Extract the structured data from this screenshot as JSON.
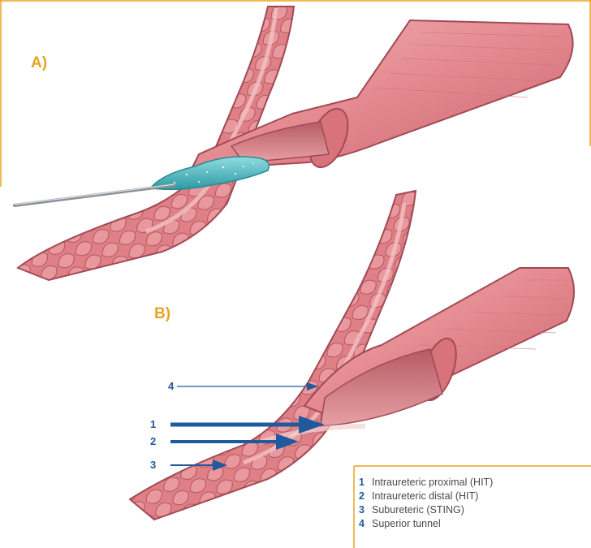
{
  "panels": {
    "a": "A)",
    "b": "B)"
  },
  "arrow_numbers": [
    "4",
    "1",
    "2",
    "3"
  ],
  "legend": [
    {
      "num": "1",
      "label": "Intraureteric proximal (HIT)"
    },
    {
      "num": "2",
      "label": "Intraureteric distal (HIT)"
    },
    {
      "num": "3",
      "label": "Subureteric (STING)"
    },
    {
      "num": "4",
      "label": "Superior tunnel"
    }
  ],
  "colors": {
    "frame": "#e8a320",
    "tissue": "#e2888e",
    "tissue_dark": "#b8525c",
    "tissue_light": "#f2c1c1",
    "injection": "#5cc3c8",
    "arrows": "#1f5a9e"
  }
}
